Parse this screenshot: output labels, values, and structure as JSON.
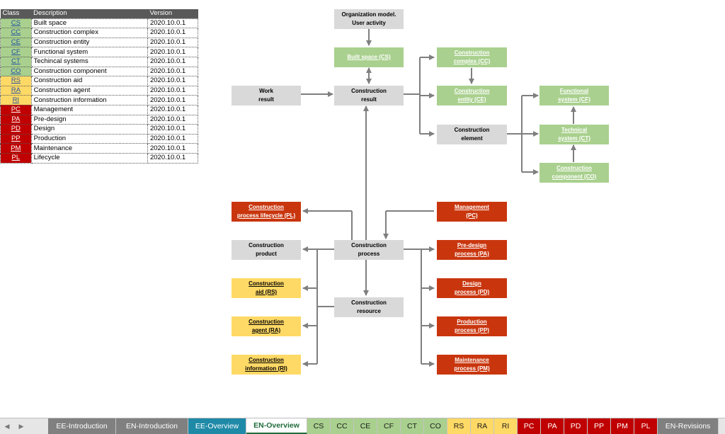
{
  "legend": {
    "headers": [
      "Class",
      "Description",
      "Version"
    ],
    "rows": [
      {
        "code": "CS",
        "desc": "Built space",
        "ver": "2020.10.0.1",
        "color": "green"
      },
      {
        "code": "CC",
        "desc": "Construction complex",
        "ver": "2020.10.0.1",
        "color": "green"
      },
      {
        "code": "CE",
        "desc": "Construction entity",
        "ver": "2020.10.0.1",
        "color": "green"
      },
      {
        "code": "CF",
        "desc": "Functional system",
        "ver": "2020.10.0.1",
        "color": "green"
      },
      {
        "code": "CT",
        "desc": "Techincal systems",
        "ver": "2020.10.0.1",
        "color": "green"
      },
      {
        "code": "CO",
        "desc": "Construction component",
        "ver": "2020.10.0.1",
        "color": "green"
      },
      {
        "code": "RS",
        "desc": "Construction aid",
        "ver": "2020.10.0.1",
        "color": "yellow"
      },
      {
        "code": "RA",
        "desc": "Construction agent",
        "ver": "2020.10.0.1",
        "color": "yellow"
      },
      {
        "code": "RI",
        "desc": "Construction information",
        "ver": "2020.10.0.1",
        "color": "yellow"
      },
      {
        "code": "PC",
        "desc": "Management",
        "ver": "2020.10.0.1",
        "color": "red"
      },
      {
        "code": "PA",
        "desc": "Pre-design",
        "ver": "2020.10.0.1",
        "color": "red"
      },
      {
        "code": "PD",
        "desc": "Design",
        "ver": "2020.10.0.1",
        "color": "red"
      },
      {
        "code": "PP",
        "desc": "Production",
        "ver": "2020.10.0.1",
        "color": "red"
      },
      {
        "code": "PM",
        "desc": "Maintenance",
        "ver": "2020.10.0.1",
        "color": "red"
      },
      {
        "code": "PL",
        "desc": "Lifecycle",
        "ver": "2020.10.0.1",
        "color": "red"
      }
    ]
  },
  "diagram": {
    "org_model": "Organization model.\nUser activity",
    "built_space": "Built space (CS)",
    "work_result": "Work\nresult",
    "construction_result": "Construction\nresult",
    "construction_complex": "Construction\ncomplex (CC)",
    "construction_entity": "Construction\nentity (CE)",
    "construction_element": "Construction\nelement",
    "functional_system": "Functional\nsystem (CF)",
    "technical_system": "Technical\nsystem (CT)",
    "construction_component": "Construction\ncomponent (CO)",
    "process_lifecycle": "Construction\nprocess lifecycle (PL)",
    "management": "Management\n(PC)",
    "construction_product": "Construction\nproduct",
    "construction_process": "Construction\nprocess",
    "predesign_process": "Pre-design\nprocess (PA)",
    "construction_aid": "Construction\naid (RS)",
    "design_process": "Design\nprocess (PD)",
    "construction_resource": "Construction\nresource",
    "construction_agent": "Construction\nagent (RA)",
    "production_process": "Production\nprocess (PP)",
    "construction_information": "Construction\ninformation (RI)",
    "maintenance_process": "Maintenance\nprocess (PM)"
  },
  "tabs": [
    {
      "label": "EE-Introduction",
      "style": "gray"
    },
    {
      "label": "EN-Introduction",
      "style": "gray"
    },
    {
      "label": "EE-Overview",
      "style": "teal"
    },
    {
      "label": "EN-Overview",
      "style": "active"
    },
    {
      "label": "CS",
      "style": "green"
    },
    {
      "label": "CC",
      "style": "green"
    },
    {
      "label": "CE",
      "style": "green"
    },
    {
      "label": "CF",
      "style": "green"
    },
    {
      "label": "CT",
      "style": "green"
    },
    {
      "label": "CO",
      "style": "green"
    },
    {
      "label": "RS",
      "style": "yellow"
    },
    {
      "label": "RA",
      "style": "yellow"
    },
    {
      "label": "RI",
      "style": "yellow"
    },
    {
      "label": "PC",
      "style": "red"
    },
    {
      "label": "PA",
      "style": "red"
    },
    {
      "label": "PD",
      "style": "red"
    },
    {
      "label": "PP",
      "style": "red"
    },
    {
      "label": "PM",
      "style": "red"
    },
    {
      "label": "PL",
      "style": "red"
    },
    {
      "label": "EN-Revisions",
      "style": "gray"
    }
  ],
  "icons": {
    "prev": "triangle-left-icon",
    "next": "triangle-right-icon"
  }
}
